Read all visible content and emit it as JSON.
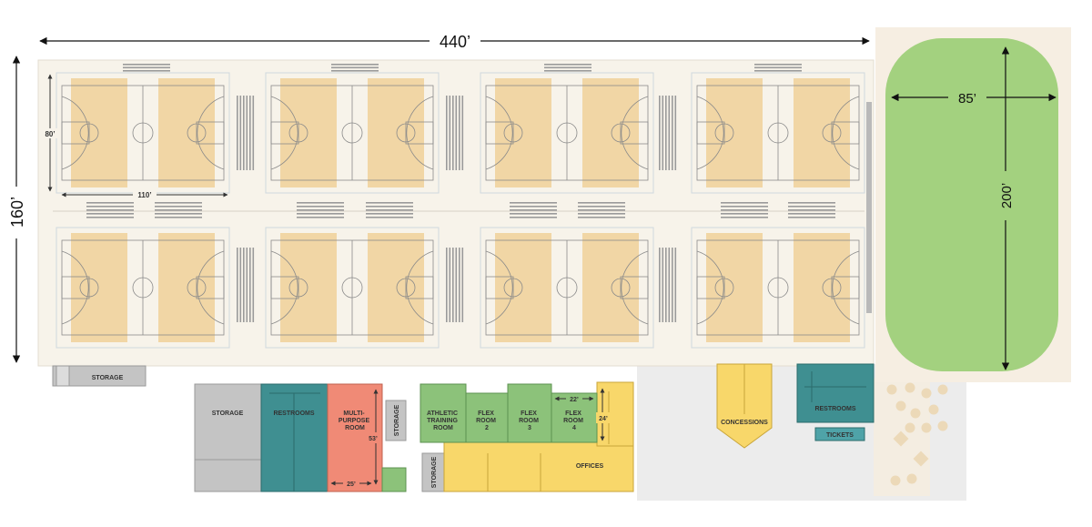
{
  "dimensions": {
    "building_width": "440’",
    "building_depth": "160’",
    "court_length": "110’",
    "court_width": "80’",
    "field_width": "85’",
    "field_length": "200’",
    "multi_purpose_height": "53’",
    "multi_purpose_width": "25’",
    "flex_width": "22’",
    "flex_depth": "24’"
  },
  "rooms": {
    "storage_top": "STORAGE",
    "storage_left": "STORAGE",
    "restrooms_left": "RESTROOMS",
    "multi_purpose": [
      "MULTI-",
      "PURPOSE",
      "ROOM"
    ],
    "storage_vertical_1": "STORAGE",
    "storage_vertical_2": "STORAGE",
    "athletic_training": [
      "ATHLETIC",
      "TRAINING",
      "ROOM"
    ],
    "flex_2": [
      "FLEX",
      "ROOM",
      "2"
    ],
    "flex_3": [
      "FLEX",
      "ROOM",
      "3"
    ],
    "flex_4": [
      "FLEX",
      "ROOM",
      "4"
    ],
    "offices": "OFFICES",
    "concessions": "CONCESSIONS",
    "restrooms_right": "RESTROOMS",
    "tickets": "TICKETS"
  },
  "colors": {
    "court_floor": "#f1d6a5",
    "hall_floor": "#f7f3ea",
    "field": "#a3d17f",
    "restrooms": "#3f8f91",
    "multi_purpose": "#f08a76",
    "flex": "#8cc27a",
    "offices": "#f8d76a",
    "storage": "#c4c4c4",
    "tickets": "#4fa3a8"
  }
}
